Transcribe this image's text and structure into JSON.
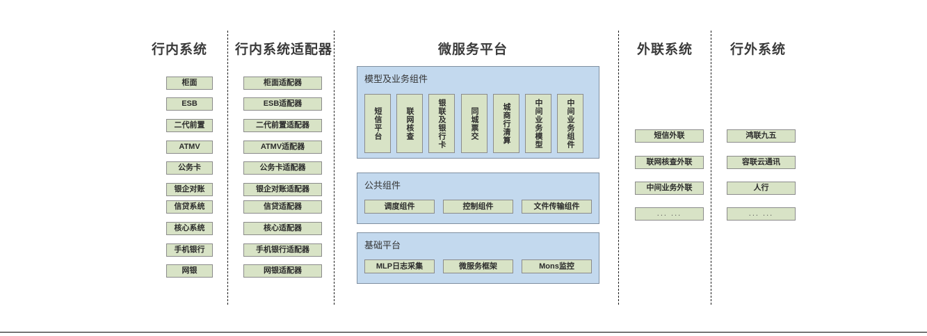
{
  "diagram": {
    "title_row": {
      "columns": [
        {
          "name": "internal-systems",
          "label": "行内系统"
        },
        {
          "name": "internal-adapters",
          "label": "行内系统适配器"
        },
        {
          "name": "microservice",
          "label": "微服务平台"
        },
        {
          "name": "external-link",
          "label": "外联系统"
        },
        {
          "name": "outside-bank",
          "label": "行外系统"
        }
      ]
    },
    "colors": {
      "node_fill": "#d8e3c6",
      "node_border": "#8a8a8a",
      "panel_fill": "#c3d9ee",
      "panel_border": "#7f8fa0",
      "separator": "#1a1a1a",
      "text": "#2b2b2b"
    },
    "internal_systems": [
      "柜面",
      "ESB",
      "二代前置",
      "ATMV",
      "公务卡",
      "银企对账",
      "信贷系统",
      "核心系统",
      "手机银行",
      "网银"
    ],
    "internal_adapters": [
      "柜面适配器",
      "ESB适配器",
      "二代前置适配器",
      "ATMV适配器",
      "公务卡适配器",
      "银企对账适配器",
      "信贷适配器",
      "核心适配器",
      "手机银行适配器",
      "网银适配器"
    ],
    "microservice_platform": {
      "groups": [
        {
          "name": "model-and-business-components",
          "label": "模型及业务组件",
          "items": [
            "短信平台",
            "联网核查",
            "银联及银行卡",
            "同城票交",
            "城商行清算",
            "中间业务模型",
            "中间业务组件"
          ]
        },
        {
          "name": "public-components",
          "label": "公共组件",
          "items": [
            "调度组件",
            "控制组件",
            "文件传输组件"
          ]
        },
        {
          "name": "base-platform",
          "label": "基础平台",
          "items": [
            "MLP日志采集",
            "微服务框架",
            "Mons监控"
          ]
        }
      ]
    },
    "external_link_systems": [
      "短信外联",
      "联网核查外联",
      "中间业务外联",
      "... ..."
    ],
    "outside_bank_systems": [
      "鸿联九五",
      "容联云通讯",
      "人行",
      "... ..."
    ]
  }
}
